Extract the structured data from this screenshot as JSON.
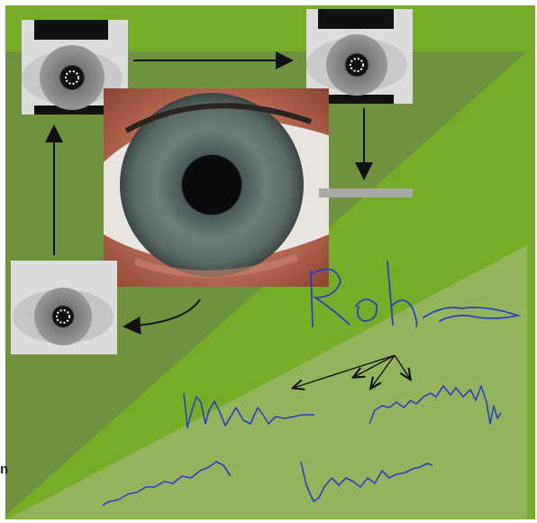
{
  "figure": {
    "left_edge_text": "n",
    "signature_text": "Roh",
    "colors": {
      "background_green": "#77ac27",
      "dark_band": "#6e8f43",
      "light_panel": "#93b25a",
      "pen_blue": "#2a41c4",
      "arrow": "#111111"
    },
    "panels": [
      "iris-capture-top-left",
      "iris-capture-top-right",
      "eye-closeup-photo",
      "normalized-iris-strip",
      "iris-capture-bottom-left",
      "handwritten-signature",
      "signal-waveforms"
    ]
  }
}
